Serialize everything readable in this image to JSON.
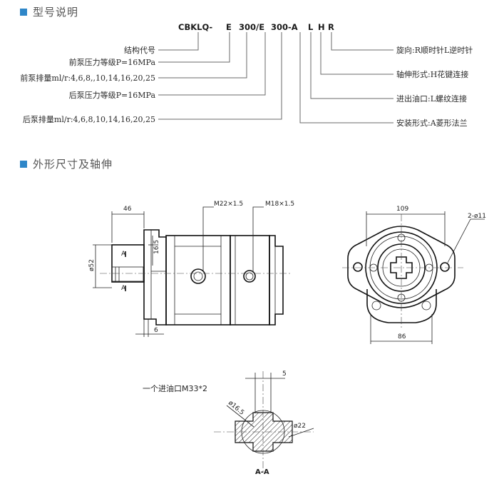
{
  "colors": {
    "accent": "#2e86c8",
    "text": "#2a2a2a",
    "line": "#6a6a6a"
  },
  "section1": {
    "title": "型号说明"
  },
  "model_code": {
    "parts": [
      "CBKLQ-",
      "E",
      "300/E",
      "300-A",
      "L",
      "H",
      "R"
    ]
  },
  "left_labels": [
    "结构代号",
    "前泵压力等级P=16MPa",
    "前泵排量ml/r:4,6,8,,10,14,16,20,25",
    "后泵压力等级P=16MPa",
    "后泵排量ml/r:4,6,8,10,14,16,20,25"
  ],
  "right_labels": [
    "旋向:R顺时针L逆时针",
    "轴伸形式:H花键连接",
    "进出油口:L螺纹连接",
    "安装形式:A菱形法兰"
  ],
  "section2": {
    "title": "外形尺寸及轴伸"
  },
  "dims": {
    "width_46": "46",
    "dim_16_5": "16.5",
    "dia_52": "ø52",
    "dim_6": "6",
    "port1": "M22×1.5",
    "port2": "M18×1.5",
    "section_mark": "A",
    "width_109": "109",
    "holes": "2-ø11",
    "width_86": "86",
    "spline_5": "5",
    "spline_d16_5": "ø16.5",
    "spline_d22": "ø22",
    "inlet_note": "一个进油口M33*2",
    "section_label": "A-A"
  }
}
